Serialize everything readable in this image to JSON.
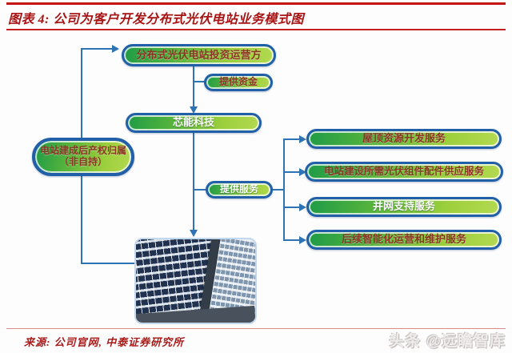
{
  "header": {
    "title": "图表 4: 公司为客户开发分布式光伏电站业务模式图"
  },
  "flowchart": {
    "investor": {
      "label": "分布式光伏电站投资运营方"
    },
    "provide_funds": {
      "label": "提供资金"
    },
    "company": {
      "label": "芯能科技"
    },
    "ownership": {
      "line1": "电站建成后产权归属",
      "line2": "（非自持）"
    },
    "provide_services": {
      "label": "提供服务"
    },
    "services": [
      {
        "label": "屋顶资源开发服务"
      },
      {
        "label": "电站建设所需光伏组件配件供应服务"
      },
      {
        "label": "并网支持服务"
      },
      {
        "label": "后续智能化运营和维护服务"
      }
    ],
    "photo_description": "厂房屋顶分布式光伏电站鸟瞰图"
  },
  "footer": {
    "source": "来源: 公司官网, 中泰证券研究所",
    "watermark": "头条 @远瞻智库"
  },
  "colors": {
    "accent_red": "#c41414",
    "title_red": "#a81414",
    "pill_border_blue": "#2160a8",
    "connector_blue": "#2e74b5",
    "pill_green_dark": "#1f9b47",
    "pill_green_light": "#b4d951",
    "text_dark_red": "#8c3525",
    "text_white": "#ffffff"
  }
}
